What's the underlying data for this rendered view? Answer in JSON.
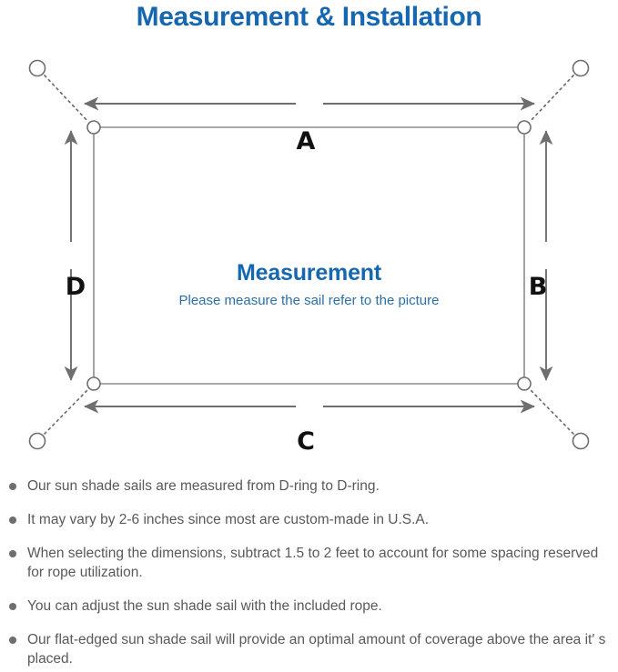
{
  "title": "Measurement & Installation",
  "diagram": {
    "name": "sun-shade-sail-measurement-diagram",
    "caption": {
      "heading": "Measurement",
      "subheading": "Please measure the sail refer to the picture"
    },
    "dimension_labels": {
      "top": "A",
      "right": "B",
      "bottom": "C",
      "left": "D"
    },
    "colors": {
      "title_blue": "#1667b0",
      "caption_blue": "#2a6fa8",
      "line_gray": "#6e6e6e",
      "sail_border": "#8c8c8c",
      "label_black": "#111111",
      "body_text": "#595959"
    }
  },
  "notes": [
    "Our sun shade sails are measured from D-ring to D-ring.",
    "It may vary by 2-6 inches since most are custom-made in U.S.A.",
    "When selecting the dimensions, subtract 1.5 to 2 feet to account for some spacing reserved for rope utilization.",
    "You can adjust the sun shade sail with the included rope.",
    "Our flat-edged sun shade sail will provide an optimal amount of coverage above the area it′ s placed."
  ]
}
